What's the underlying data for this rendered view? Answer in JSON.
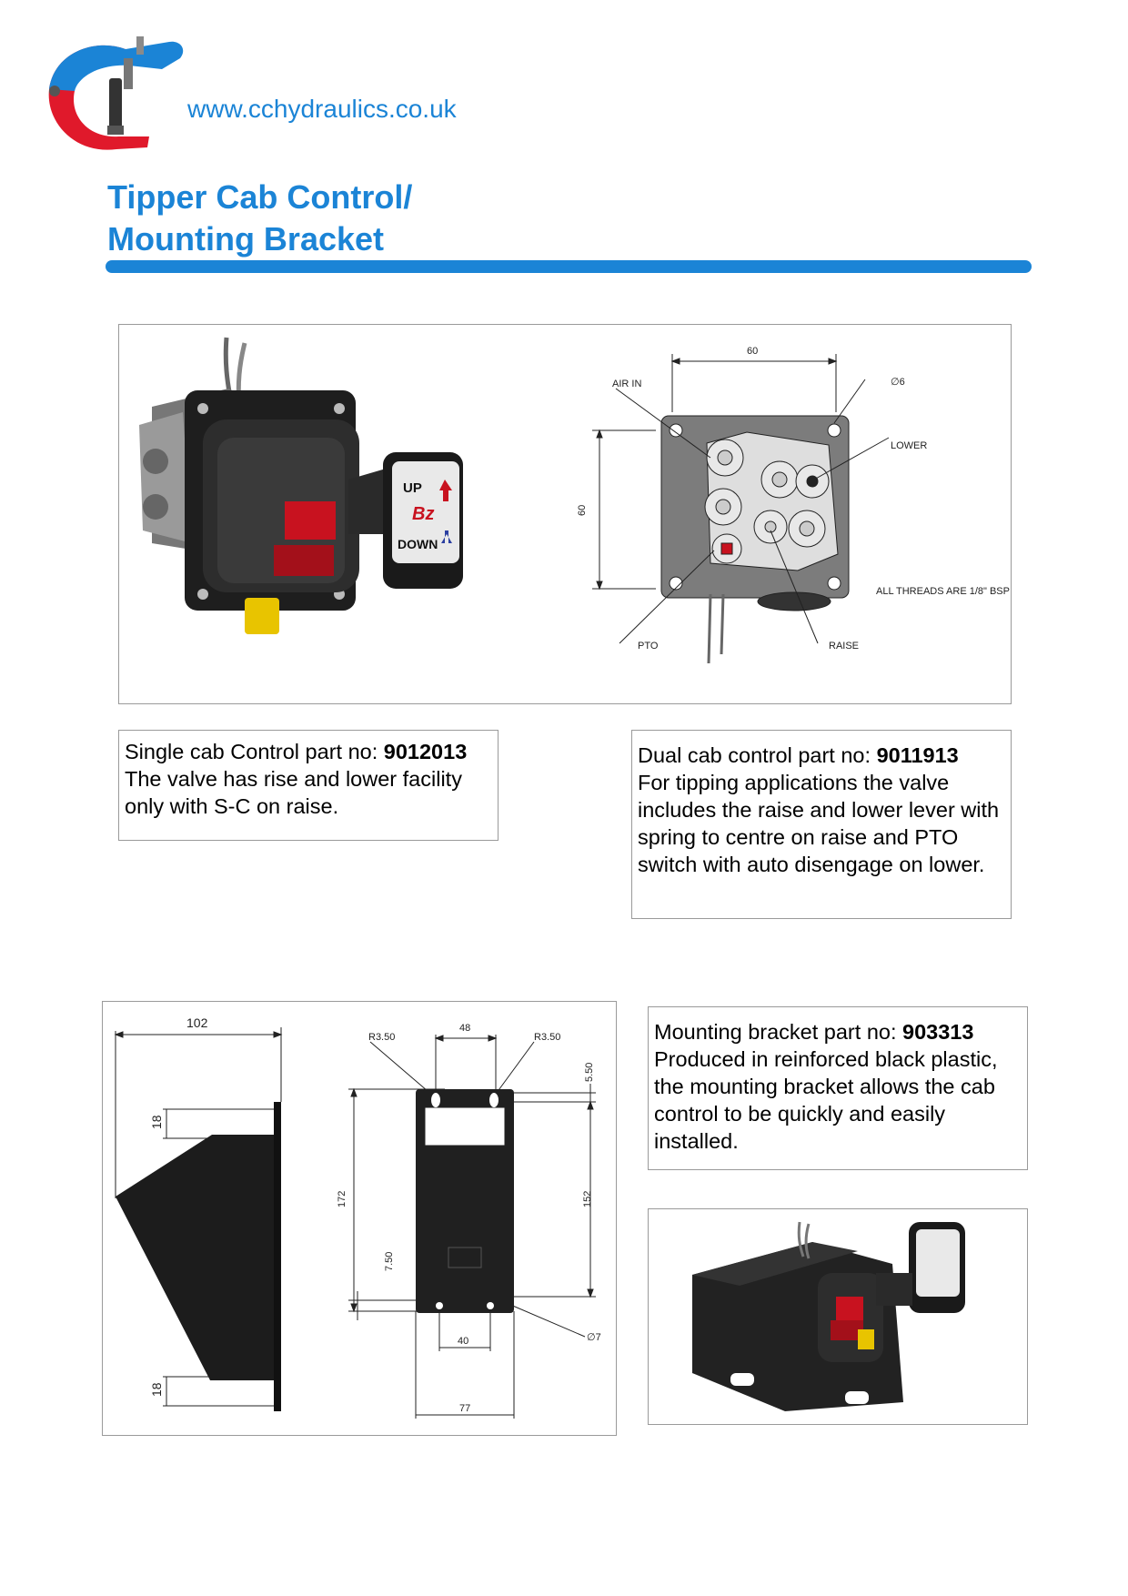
{
  "header": {
    "website": "www.cchydraulics.co.uk",
    "title_line1": "Tipper Cab Control/",
    "title_line2": "Mounting Bracket",
    "brand_blue": "#1b84d6",
    "brand_red": "#e0192b"
  },
  "valve_drawing": {
    "dim_width": "60",
    "dim_height": "60",
    "label_air_in": "AIR IN",
    "label_diameter": "∅6",
    "label_lower": "LOWER",
    "label_threads": "ALL THREADS ARE 1/8\" BSP",
    "label_pto": "PTO",
    "label_raise": "RAISE",
    "knob_up": "UP",
    "knob_down": "DOWN",
    "knob_logo": "Bz"
  },
  "single_control": {
    "prefix": "Single cab Control part no: ",
    "part_no": "9012013",
    "description": "The valve has rise and lower facility only with S-C on raise."
  },
  "dual_control": {
    "prefix": "Dual cab control part no: ",
    "part_no": "9011913",
    "description": "For tipping applications the valve includes the raise and lower lever with spring to centre on raise and PTO switch with auto disengage on lower."
  },
  "bracket_drawing": {
    "dim_102": "102",
    "dim_18_top": "18",
    "dim_18_bottom": "18",
    "dim_48": "48",
    "dim_r_left": "R3.50",
    "dim_r_right": "R3.50",
    "dim_5_50": "5.50",
    "dim_172": "172",
    "dim_152": "152",
    "dim_7_50": "7.50",
    "dim_40": "40",
    "dim_77": "77",
    "dim_hole": "∅7"
  },
  "mounting_bracket": {
    "prefix": "Mounting bracket part no: ",
    "part_no": "903313",
    "description": "Produced in reinforced black plastic, the mounting bracket allows the cab control to be quickly and easily installed."
  }
}
